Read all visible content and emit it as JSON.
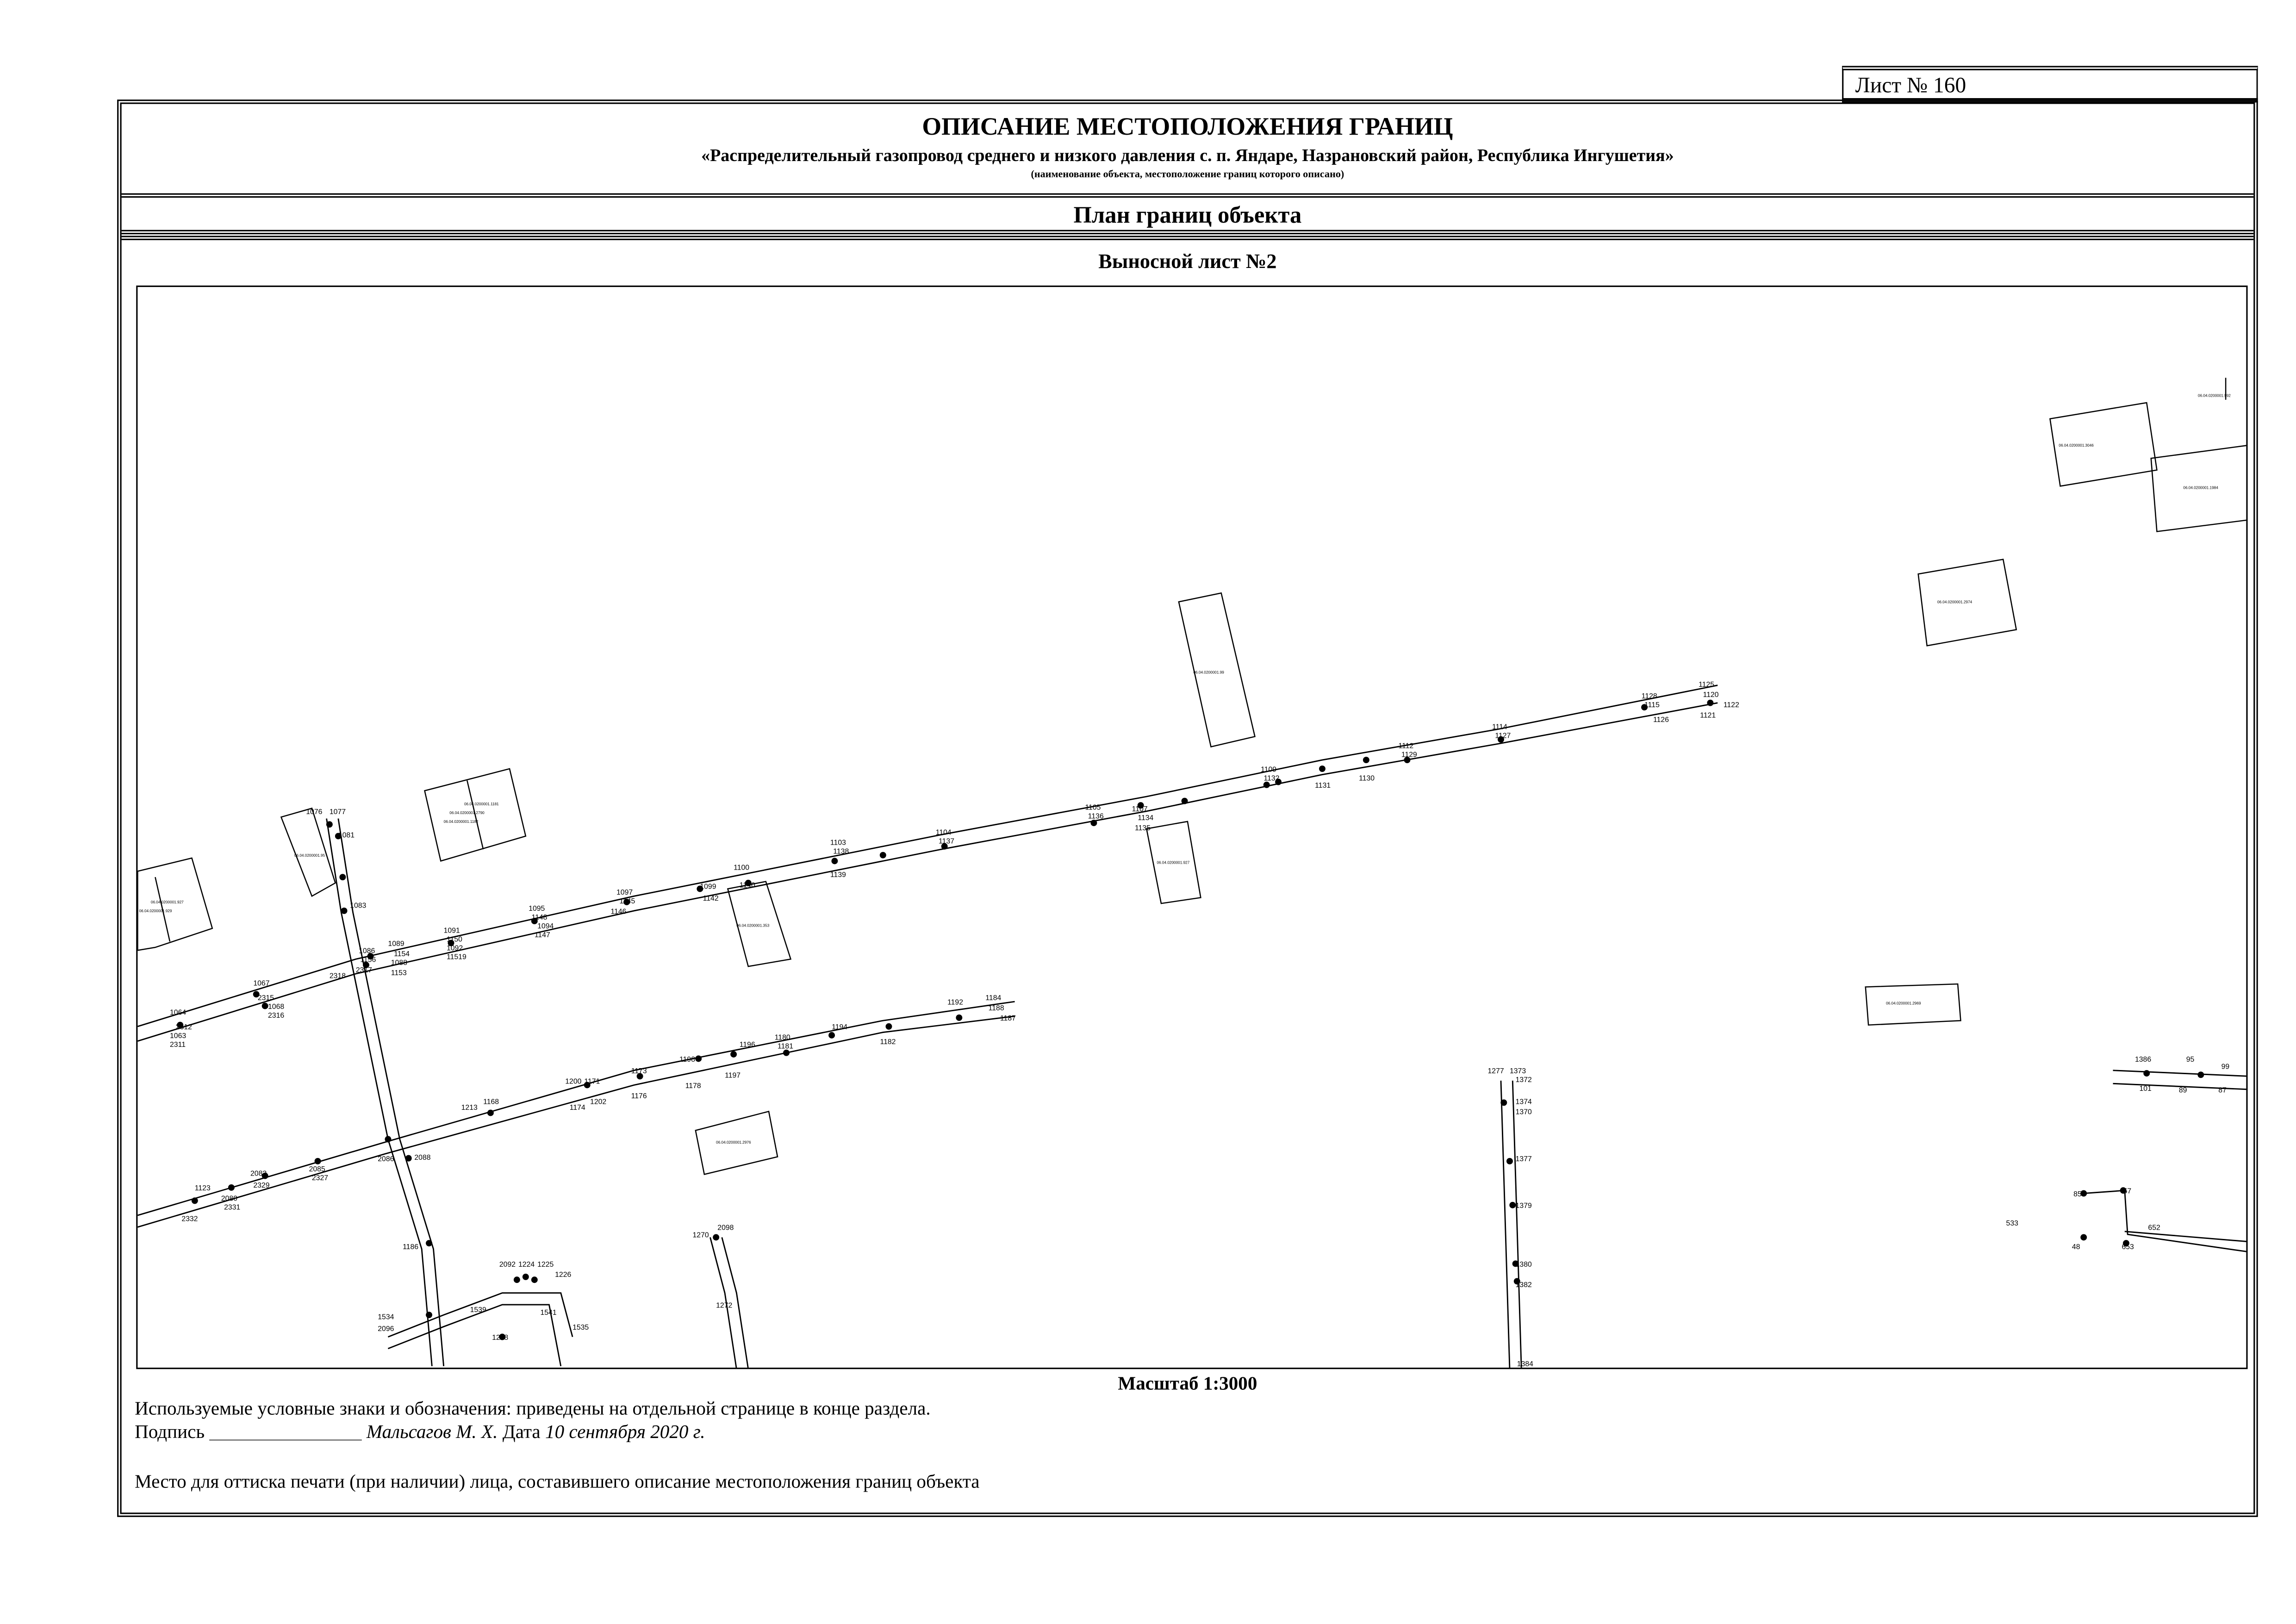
{
  "sheet_number": "Лист № 160",
  "header": {
    "title": "ОПИСАНИЕ МЕСТОПОЛОЖЕНИЯ ГРАНИЦ",
    "subtitle": "«Распределительный газопровод среднего и низкого давления с. п. Яндаре, Назрановский район, Республика Ингушетия»",
    "note": "(наименование объекта, местоположение границ которого описано)"
  },
  "plan_title": "План границ объекта",
  "sheet_subtitle": "Выносной лист №2",
  "map": {
    "parcels": [
      "06.04.0200001.927",
      "06.04.0200001.929",
      "06.04.0200001.95",
      "06.04.0200001.2790",
      "06.04.0200001.1182",
      "06.04.0200001.1181",
      "06.04.0200001.99",
      "06.04.0200001.927",
      "06.04.0200001.353",
      "06.04.0200001.2976",
      "06.04.0200001.2974",
      "06.04.0200001.2969",
      "06.04.0200001.3046",
      "06.04.0200001.1984",
      "06.04.0200001.992"
    ],
    "point_labels": [
      "1064",
      "2312",
      "1063",
      "2311",
      "1067",
      "2315",
      "1068",
      "2316",
      "1076",
      "1077",
      "1081",
      "1083",
      "1086",
      "1156",
      "2317",
      "2318",
      "1089",
      "1154",
      "1088",
      "1153",
      "1091",
      "1150",
      "1092",
      "11519",
      "1095",
      "1148",
      "1094",
      "1147",
      "1097",
      "1145",
      "1146",
      "1099",
      "1142",
      "1100",
      "1140",
      "1103",
      "1138",
      "1139",
      "1104",
      "1137",
      "1105",
      "1136",
      "1107",
      "1134",
      "1135",
      "1109",
      "1132",
      "1131",
      "1130",
      "1112",
      "1129",
      "1114",
      "1127",
      "1128",
      "1115",
      "1126",
      "1125",
      "1120",
      "1122",
      "1121",
      "1123",
      "2332",
      "2080",
      "2331",
      "2082",
      "2329",
      "2085",
      "2327",
      "2086",
      "2088",
      "1213",
      "1168",
      "1171",
      "1174",
      "1202",
      "1200",
      "1173",
      "1176",
      "1198",
      "1178",
      "1197",
      "1196",
      "1180",
      "1181",
      "1194",
      "1182",
      "1192",
      "1184",
      "1187",
      "1188",
      "1186",
      "2092",
      "1224",
      "1225",
      "1226",
      "1228",
      "1539",
      "1541",
      "1535",
      "1534",
      "2096",
      "2098",
      "1270",
      "1272",
      "1277",
      "1373",
      "1372",
      "1374",
      "1370",
      "1377",
      "1379",
      "1380",
      "1382",
      "1384",
      "1386",
      "95",
      "99",
      "101",
      "89",
      "87",
      "85",
      "57",
      "48",
      "653",
      "652",
      "533",
      "06.04.0200001"
    ]
  },
  "scale": "Масштаб 1:3000",
  "footer": {
    "legend_note": "Используемые условные знаки и обозначения: приведены на отдельной странице в конце раздела.",
    "signature_label": "Подпись",
    "signature_line": "________________",
    "signer": "Мальсагов М. Х.",
    "date_label": "Дата",
    "date": "10 сентября 2020 г.",
    "stamp_note": "Место для оттиска печати (при наличии) лица, составившего описание местоположения границ объекта"
  }
}
